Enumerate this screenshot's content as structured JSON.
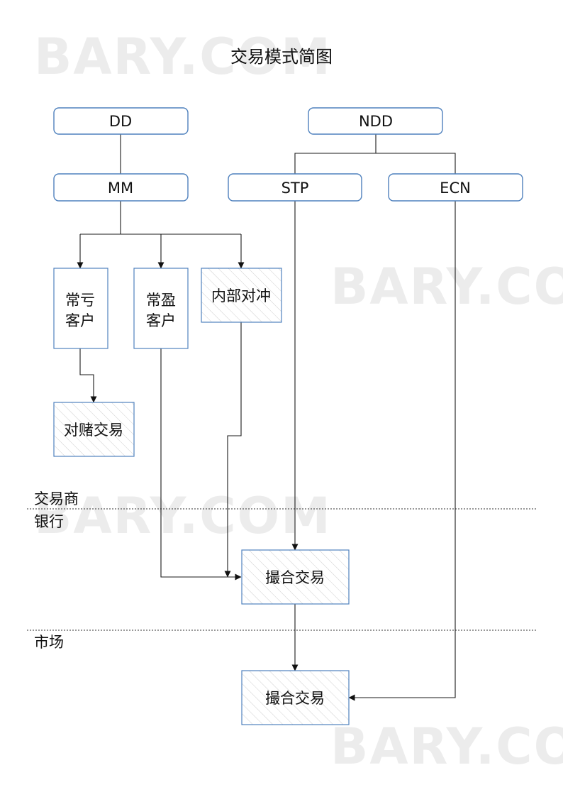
{
  "title": "交易模式简图",
  "watermark": "BARY.COM",
  "nodes": {
    "dd": "DD",
    "ndd": "NDD",
    "mm": "MM",
    "stp": "STP",
    "ecn": "ECN",
    "losing_clients": [
      "常亏",
      "客户"
    ],
    "winning_clients": [
      "常盈",
      "客户"
    ],
    "internal_hedge": "内部对冲",
    "bet_against": "对赌交易",
    "bank_matching": "撮合交易",
    "market_matching": "撮合交易"
  },
  "zones": {
    "broker": "交易商",
    "bank": "银行",
    "market": "市场"
  },
  "colors": {
    "node_border": "#4f81bd",
    "connector": "#1a1a1a",
    "hatch": "#c8c8c8",
    "watermark": "#ececec"
  }
}
